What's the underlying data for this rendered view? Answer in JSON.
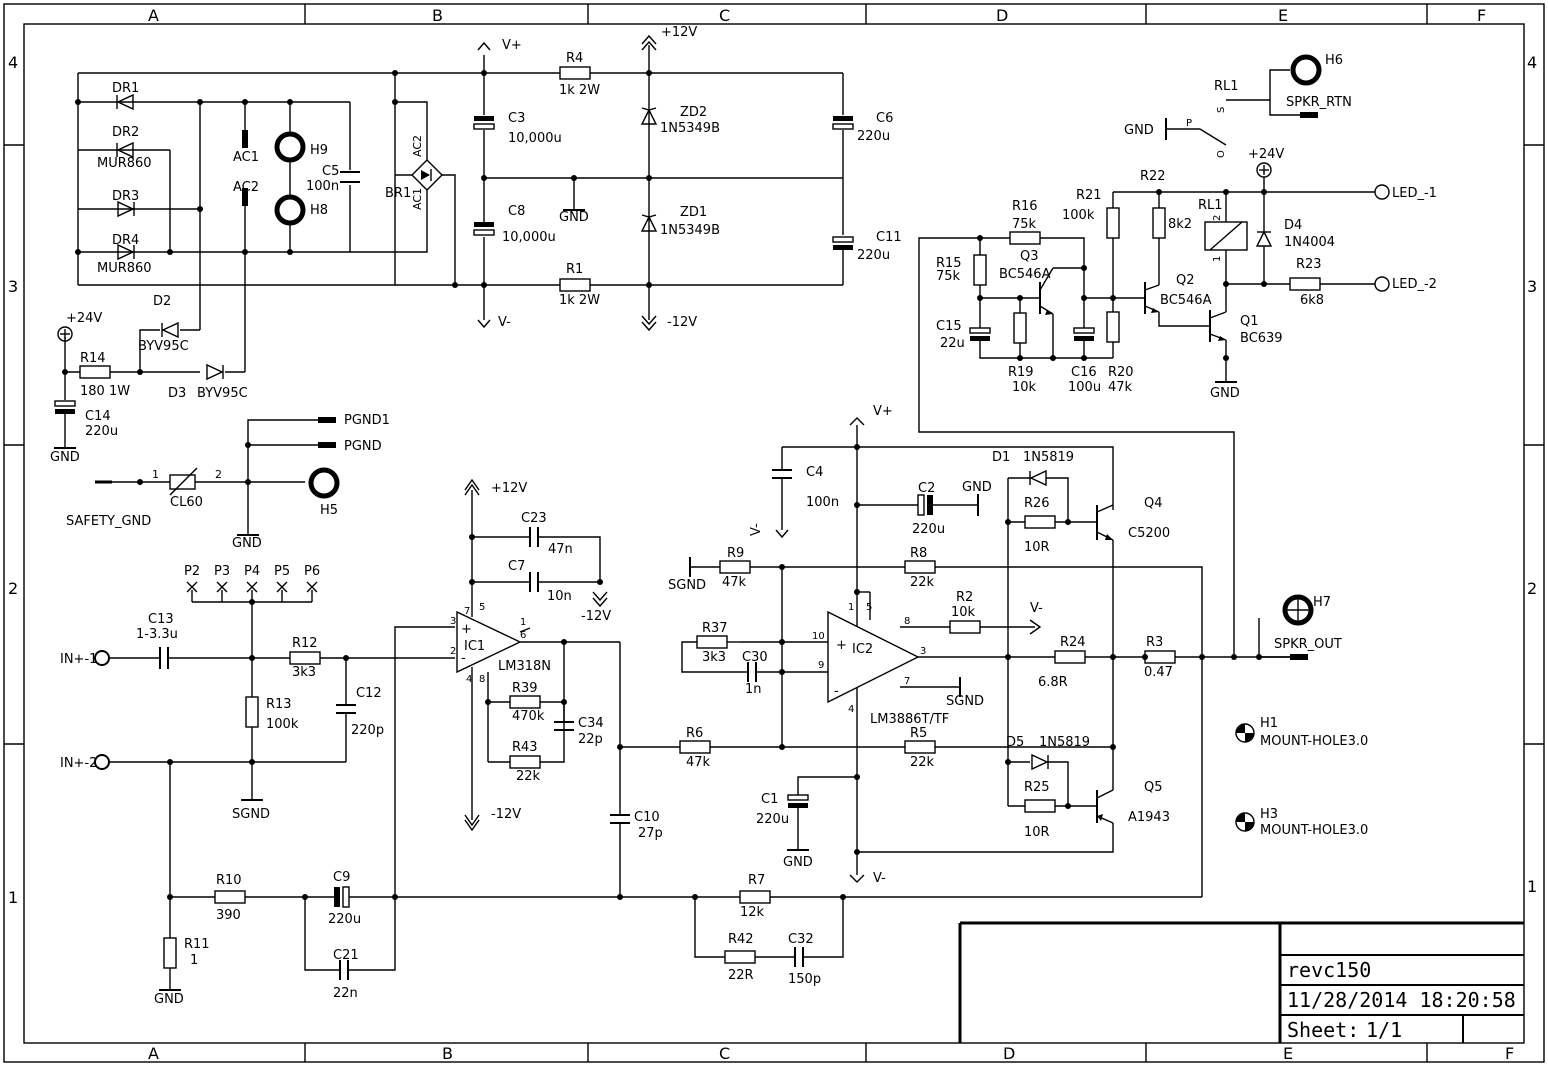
{
  "frame": {
    "cols": [
      "A",
      "B",
      "C",
      "D",
      "E",
      "F"
    ],
    "rows": [
      "4",
      "3",
      "2",
      "1"
    ]
  },
  "title_block": {
    "name": "revc150",
    "datetime": "11/28/2014 18:20:58",
    "sheet_label": "Sheet:",
    "sheet_value": "1/1"
  },
  "labels": {
    "vplus": "V+",
    "vminus": "V-",
    "p12": "+12V",
    "m12": "-12V",
    "p24": "+24V",
    "gnd": "GND",
    "sgnd": "SGND",
    "pgnd1": "PGND1",
    "pgnd": "PGND",
    "safety_gnd": "SAFETY_GND",
    "dr1": "DR1",
    "dr2": "DR2",
    "dr3": "DR3",
    "dr4": "DR4",
    "mur860": "MUR860",
    "ac1": "AC1",
    "ac2": "AC2",
    "h9": "H9",
    "h8": "H8",
    "h5": "H5",
    "h6": "H6",
    "h7": "H7",
    "c5": "C5",
    "c5v": "100n",
    "br1": "BR1",
    "c3": "C3",
    "c3v": "10,000u",
    "c8": "C8",
    "c8v": "10,000u",
    "r4": "R4",
    "r4v": "1k 2W",
    "r1": "R1",
    "r1v": "1k 2W",
    "zd2": "ZD2",
    "zd1": "ZD1",
    "zdv": "1N5349B",
    "c6": "C6",
    "c6v": "220u",
    "c11": "C11",
    "c11v": "220u",
    "d2": "D2",
    "d3": "D3",
    "byv": "BYV95C",
    "r14": "R14",
    "r14v": "180 1W",
    "c14": "C14",
    "c14v": "220u",
    "cl60": "CL60",
    "pin1": "1",
    "pin2": "2",
    "p2": "P2",
    "p3": "P3",
    "p4": "P4",
    "p5": "P5",
    "p6": "P6",
    "c13": "C13",
    "c13v": "1-3.3u",
    "in1": "IN+-1",
    "in2": "IN+-2",
    "r12": "R12",
    "r12v": "3k3",
    "r13": "R13",
    "r13v": "100k",
    "c12": "C12",
    "c12v": "220p",
    "c23": "C23",
    "c23v": "47n",
    "c7": "C7",
    "c7v": "10n",
    "ic1": "IC1",
    "lm318": "LM318N",
    "r39": "R39",
    "r39v": "470k",
    "r43": "R43",
    "r43v": "22k",
    "c34": "C34",
    "c34v": "22p",
    "c10": "C10",
    "c10v": "27p",
    "r10": "R10",
    "r10v": "390",
    "r11": "R11",
    "r11v": "1",
    "c9": "C9",
    "c9v": "220u",
    "c21": "C21",
    "c21v": "22n",
    "r7": "R7",
    "r7v": "12k",
    "r42": "R42",
    "r42v": "22R",
    "c32": "C32",
    "c32v": "150p",
    "r6": "R6",
    "r6v": "47k",
    "r5": "R5",
    "r5v": "22k",
    "c4": "C4",
    "c4v": "100n",
    "r9": "R9",
    "r9v": "47k",
    "r8": "R8",
    "r8v": "22k",
    "r37": "R37",
    "r37v": "3k3",
    "c30": "C30",
    "c30v": "1n",
    "ic2": "IC2",
    "lm3886": "LM3886T/TF",
    "c2": "C2",
    "c2v": "220u",
    "r2": "R2",
    "r2v": "10k",
    "c1": "C1",
    "c1v": "220u",
    "d1": "D1",
    "d5": "D5",
    "n5819": "1N5819",
    "r26": "R26",
    "r26v": "10R",
    "r25": "R25",
    "r25v": "10R",
    "q4": "Q4",
    "q4v": "C5200",
    "q5": "Q5",
    "q5v": "A1943",
    "r24": "R24",
    "r24v": "6.8R",
    "r3": "R3",
    "r3v": "0.47",
    "spkr_out": "SPKR_OUT",
    "spkr_rtn": "SPKR_RTN",
    "h1": "H1",
    "h3": "H3",
    "mount": "MOUNT-HOLE3.0",
    "rl1": "RL1",
    "p": "P",
    "s": "S",
    "o": "O",
    "r16": "R16",
    "r16v": "75k",
    "r15": "R15",
    "r15v": "75k",
    "q3": "Q3",
    "bc546": "BC546A",
    "r21": "R21",
    "r21v": "100k",
    "r22": "R22",
    "r22v": "8k2",
    "c15": "C15",
    "c15v": "22u",
    "r19": "R19",
    "r19v": "10k",
    "c16": "C16",
    "c16v": "100u",
    "r20": "R20",
    "r20v": "47k",
    "q2": "Q2",
    "q1": "Q1",
    "q1v": "BC639",
    "d4": "D4",
    "d4v": "1N4004",
    "r23": "R23",
    "r23v": "6k8",
    "led1": "LED_-1",
    "led2": "LED_-2",
    "n1": "1",
    "n2": "2",
    "n3": "3",
    "n4": "4",
    "n5": "5",
    "n6": "6",
    "n7": "7",
    "n8": "8",
    "n9": "9",
    "n10": "10",
    "plus": "+",
    "minus": "-"
  }
}
